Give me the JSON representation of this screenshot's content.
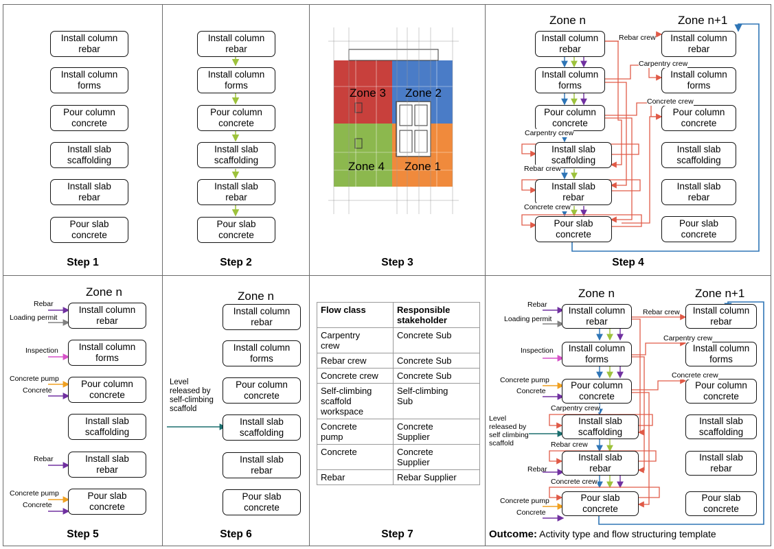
{
  "steps": {
    "s1": "Step 1",
    "s2": "Step 2",
    "s3": "Step 3",
    "s4": "Step 4",
    "s5": "Step 5",
    "s6": "Step 6",
    "s7": "Step 7"
  },
  "activities": {
    "a1": "Install column\nrebar",
    "a2": "Install column\nforms",
    "a3": "Pour column\nconcrete",
    "a4": "Install slab\nscaffolding",
    "a5": "Install slab\nrebar",
    "a6": "Pour slab\nconcrete"
  },
  "zones": {
    "n": "Zone n",
    "n1": "Zone n+1",
    "z1": "Zone 1",
    "z2": "Zone 2",
    "z3": "Zone 3",
    "z4": "Zone 4"
  },
  "crews": {
    "rebar": "Rebar crew",
    "carpentry": "Carpentry crew",
    "concrete": "Concrete crew"
  },
  "inputs": {
    "rebar": "Rebar",
    "loading_permit": "Loading permit",
    "inspection": "Inspection",
    "concrete_pump": "Concrete pump",
    "concrete": "Concrete",
    "level6": "Level\nreleased by\nself-climbing\nscaffold",
    "level_out": "Level\nreleased by\nself climbing\nscaffold"
  },
  "table": {
    "headers": [
      "Flow class",
      "Responsible\nstakeholder"
    ],
    "rows": [
      [
        "Carpentry\ncrew",
        "Concrete Sub"
      ],
      [
        "Rebar crew",
        "Concrete Sub"
      ],
      [
        "Concrete crew",
        "Concrete Sub"
      ],
      [
        "Self-climbing\nscaffold\nworkspace",
        "Self-climbing\nSub"
      ],
      [
        "Concrete\npump",
        "Concrete\nSupplier"
      ],
      [
        "Concrete",
        "Concrete\nSupplier"
      ],
      [
        "Rebar",
        "Rebar Supplier"
      ]
    ]
  },
  "outcome": {
    "label": "Outcome:",
    "text": " Activity type and flow structuring template"
  },
  "colors": {
    "rebar": "#7030a0",
    "carpentry": "#2e75b6",
    "concrete": "#9dc23c",
    "crew_red": "#e05a47",
    "outer_blue": "#2e75b6",
    "permit": "#808080",
    "inspection": "#d651c8",
    "pump": "#f0a020",
    "scaffold": "#1a6e6e",
    "zone1": "#f08a3c",
    "zone2": "#4a7cc7",
    "zone3": "#c8403c",
    "zone4": "#8cb84e"
  }
}
